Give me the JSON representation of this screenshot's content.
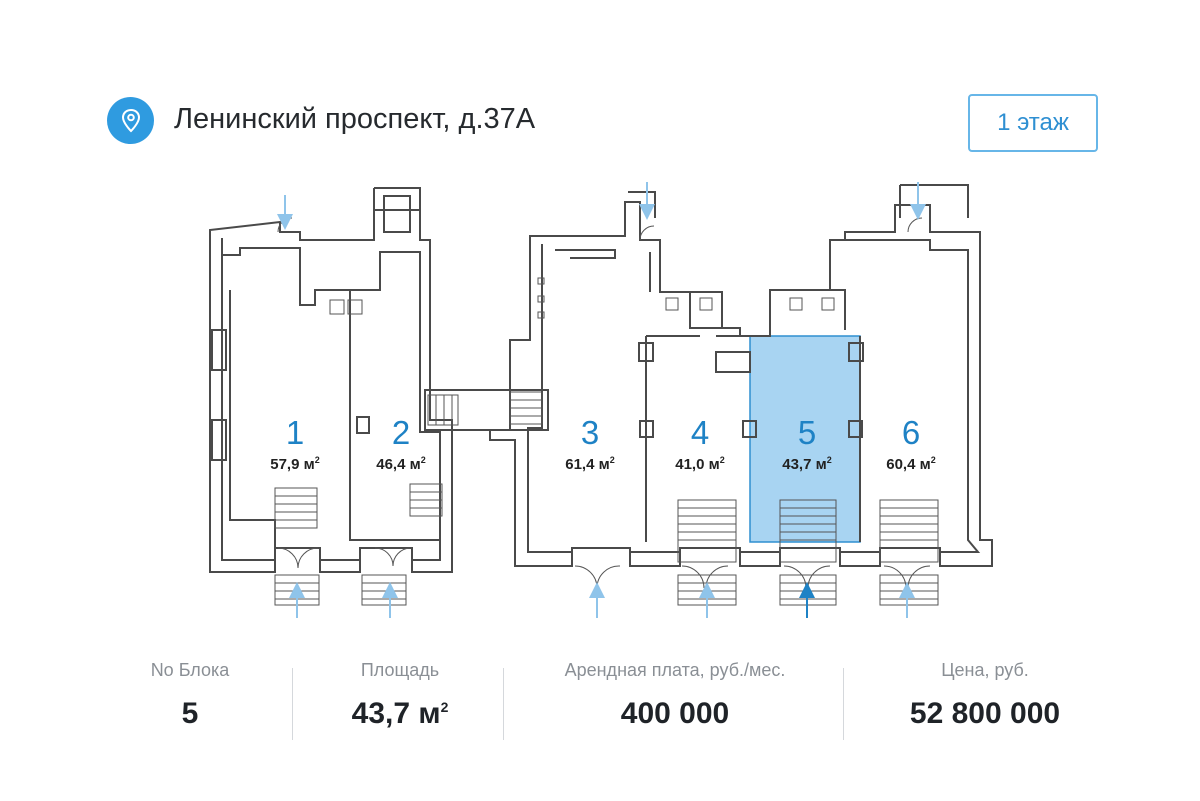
{
  "header": {
    "location_icon": "map-pin-icon",
    "address": "Ленинский проспект, д.37А",
    "floor_button": "1 этаж"
  },
  "colors": {
    "accent": "#2f9be0",
    "unit_number": "#1e82c5",
    "selected_fill": "#a8d4f2",
    "wall": "#4a4a4a",
    "arrow": "#8fc4ea"
  },
  "units": [
    {
      "number": "1",
      "area": "57,9 м",
      "sup": "2"
    },
    {
      "number": "2",
      "area": "46,4 м",
      "sup": "2"
    },
    {
      "number": "3",
      "area": "61,4 м",
      "sup": "2"
    },
    {
      "number": "4",
      "area": "41,0 м",
      "sup": "2"
    },
    {
      "number": "5",
      "area": "43,7 м",
      "sup": "2",
      "selected": true
    },
    {
      "number": "6",
      "area": "60,4 м",
      "sup": "2"
    }
  ],
  "stats": {
    "block": {
      "label": "No Блока",
      "value": "5"
    },
    "area": {
      "label": "Площадь",
      "value": "43,7 м",
      "sup": "2"
    },
    "rent": {
      "label": "Арендная плата, руб./мес.",
      "value": "400 000"
    },
    "price": {
      "label": "Цена, руб.",
      "value": "52 800 000"
    }
  }
}
